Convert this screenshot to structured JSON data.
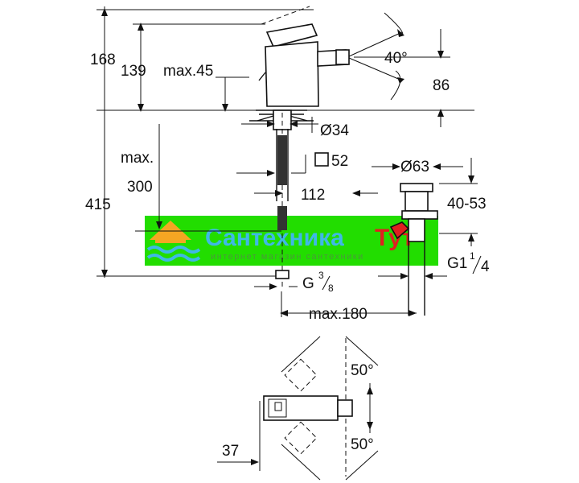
{
  "dimensions": {
    "total_height": "415",
    "height_168": "168",
    "height_139": "139",
    "max45": "max.45",
    "max_label": "max.",
    "max300": "300",
    "angle_top": "40°",
    "spout_86": "86",
    "dia34": "Ø34",
    "sq52": "52",
    "dia63": "Ø63",
    "reach112": "112",
    "range4053": "40-53",
    "g_half": "G",
    "g_half_num": "3",
    "g_half_den": "8",
    "g_quarter": "G1",
    "g_quarter_num": "1",
    "g_quarter_den": "4",
    "max180": "max.180",
    "angle_plan_top": "50°",
    "angle_plan_bottom": "50°",
    "plan_37": "37"
  },
  "watermark": {
    "title": "Сантехника",
    "title_suffix": "Тут",
    "subtitle": "интернет магазин сантехники"
  },
  "colors": {
    "band": "#22dd00",
    "brand_orange": "#f5a623",
    "brand_blue": "#3fb8e6",
    "brand_red": "#e02020"
  }
}
